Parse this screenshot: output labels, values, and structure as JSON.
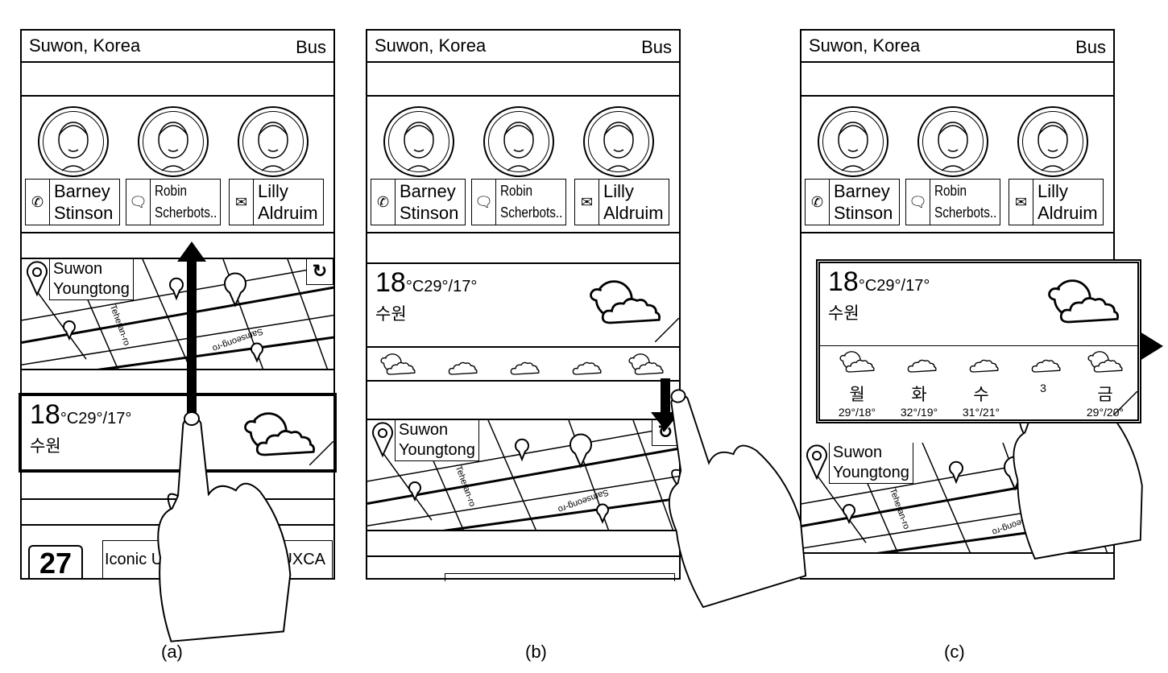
{
  "header": {
    "location": "Suwon, Korea",
    "transport": "Bus"
  },
  "contacts": [
    {
      "first": "Barney",
      "last": "Stinson",
      "icon": "phone-icon",
      "glyph": "✆"
    },
    {
      "first": "Robin",
      "last": "Scherbots..",
      "icon": "speech-bubble-icon",
      "glyph": "🗨"
    },
    {
      "first": "Lilly",
      "last": "Aldruim",
      "icon": "mail-icon",
      "glyph": "✉"
    }
  ],
  "map": {
    "line1": "Suwon",
    "line2": "Youngtong",
    "refresh_glyph": "↻",
    "street1": "Teheran-ro",
    "street2": "Samseong-ro"
  },
  "weather": {
    "temp": "18",
    "unit": "°C",
    "range": "29°/17°",
    "city": "수원",
    "forecast": [
      {
        "day": "월",
        "range": "29°/18°",
        "icon": "sun-cloud-icon"
      },
      {
        "day": "화",
        "range": "32°/19°",
        "icon": "cloud-icon"
      },
      {
        "day": "수",
        "range": "31°/21°",
        "icon": "cloud-icon"
      },
      {
        "day": "",
        "range": "3",
        "icon": "cloud-icon"
      },
      {
        "day": "금",
        "range": "29°/20°",
        "icon": "sun-cloud-icon"
      }
    ]
  },
  "calendar": {
    "date": "27",
    "event": "Iconic UX",
    "tag": "UXCA"
  },
  "captions": [
    "(a)",
    "(b)",
    "(c)"
  ]
}
